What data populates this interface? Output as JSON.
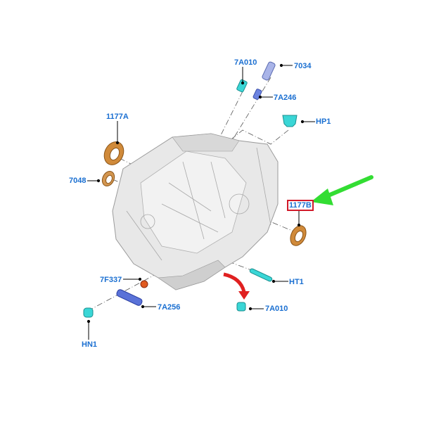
{
  "diagram": {
    "type": "exploded-parts-diagram",
    "subject": "transmission housing assembly",
    "colors": {
      "label": "#1a6fd1",
      "highlight_box": "#d11a2a",
      "pointer_arrow": "#33dd33",
      "rotation_arrow": "#e02020",
      "seal": "#d08a3a",
      "cyan_part": "#3ad6d6",
      "blue_part": "#5a72d8",
      "housing": "#e6e6e6"
    },
    "labels": [
      {
        "id": "7A010_top",
        "text": "7A010"
      },
      {
        "id": "7034",
        "text": "7034"
      },
      {
        "id": "7A246",
        "text": "7A246"
      },
      {
        "id": "HP1",
        "text": "HP1"
      },
      {
        "id": "1177A",
        "text": "1177A"
      },
      {
        "id": "7048",
        "text": "7048"
      },
      {
        "id": "1177B",
        "text": "1177B",
        "highlighted": true
      },
      {
        "id": "7F337",
        "text": "7F337"
      },
      {
        "id": "7A256",
        "text": "7A256"
      },
      {
        "id": "HT1",
        "text": "HT1"
      },
      {
        "id": "7A010_bottom",
        "text": "7A010"
      },
      {
        "id": "HN1",
        "text": "HN1"
      }
    ]
  }
}
